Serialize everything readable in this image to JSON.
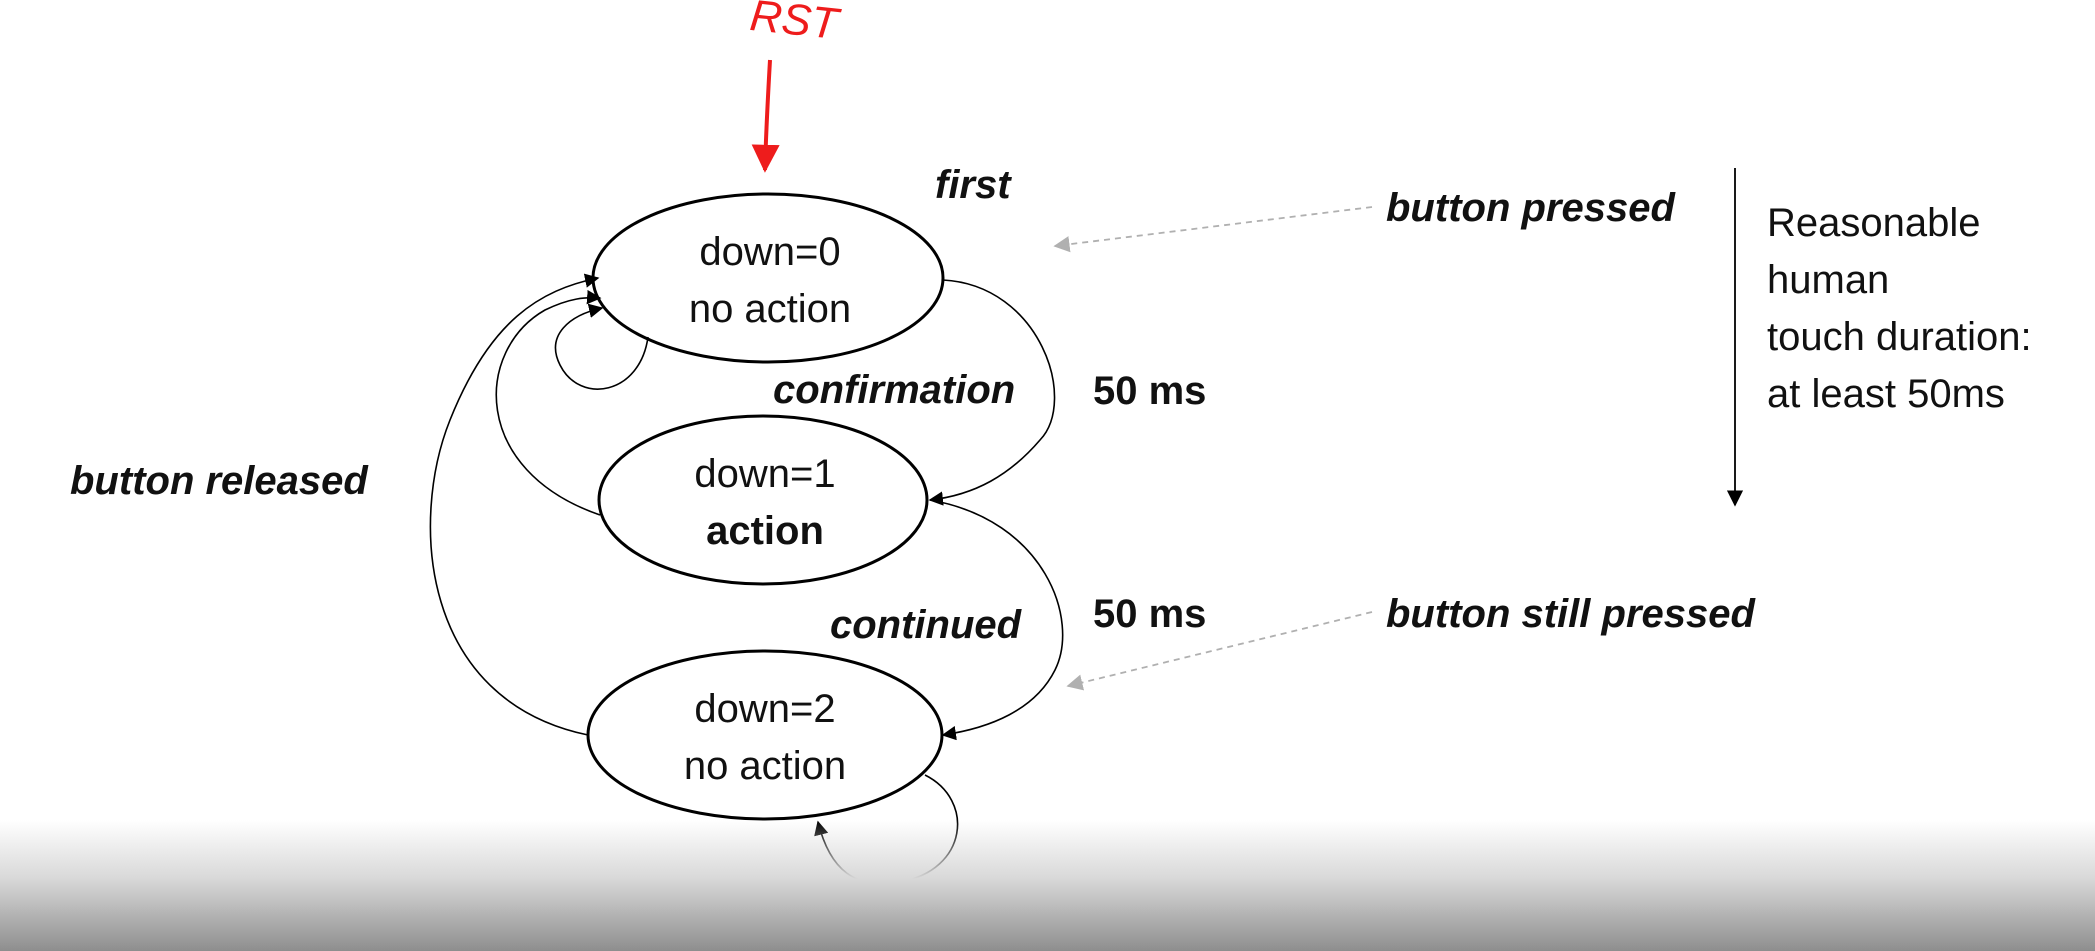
{
  "annotation": {
    "rst": "RST"
  },
  "states": [
    {
      "id": "s0",
      "line1": "down=0",
      "line2": "no action",
      "line2_bold": false
    },
    {
      "id": "s1",
      "line1": "down=1",
      "line2": "action",
      "line2_bold": true
    },
    {
      "id": "s2",
      "line1": "down=2",
      "line2": "no action",
      "line2_bold": false
    }
  ],
  "transitions": {
    "first": "first",
    "confirmation": "confirmation",
    "continued": "continued",
    "button_released": "button released",
    "delay_1": "50 ms",
    "delay_2": "50 ms"
  },
  "events": {
    "button_pressed": "button pressed",
    "button_still_pressed": "button still pressed"
  },
  "note": {
    "lines": [
      "Reasonable",
      "human",
      "touch duration:",
      "at least 50ms"
    ]
  },
  "colors": {
    "stroke": "#000000",
    "annotation_red": "#ee1c1c",
    "dashed_gray": "#b0b0b0"
  }
}
